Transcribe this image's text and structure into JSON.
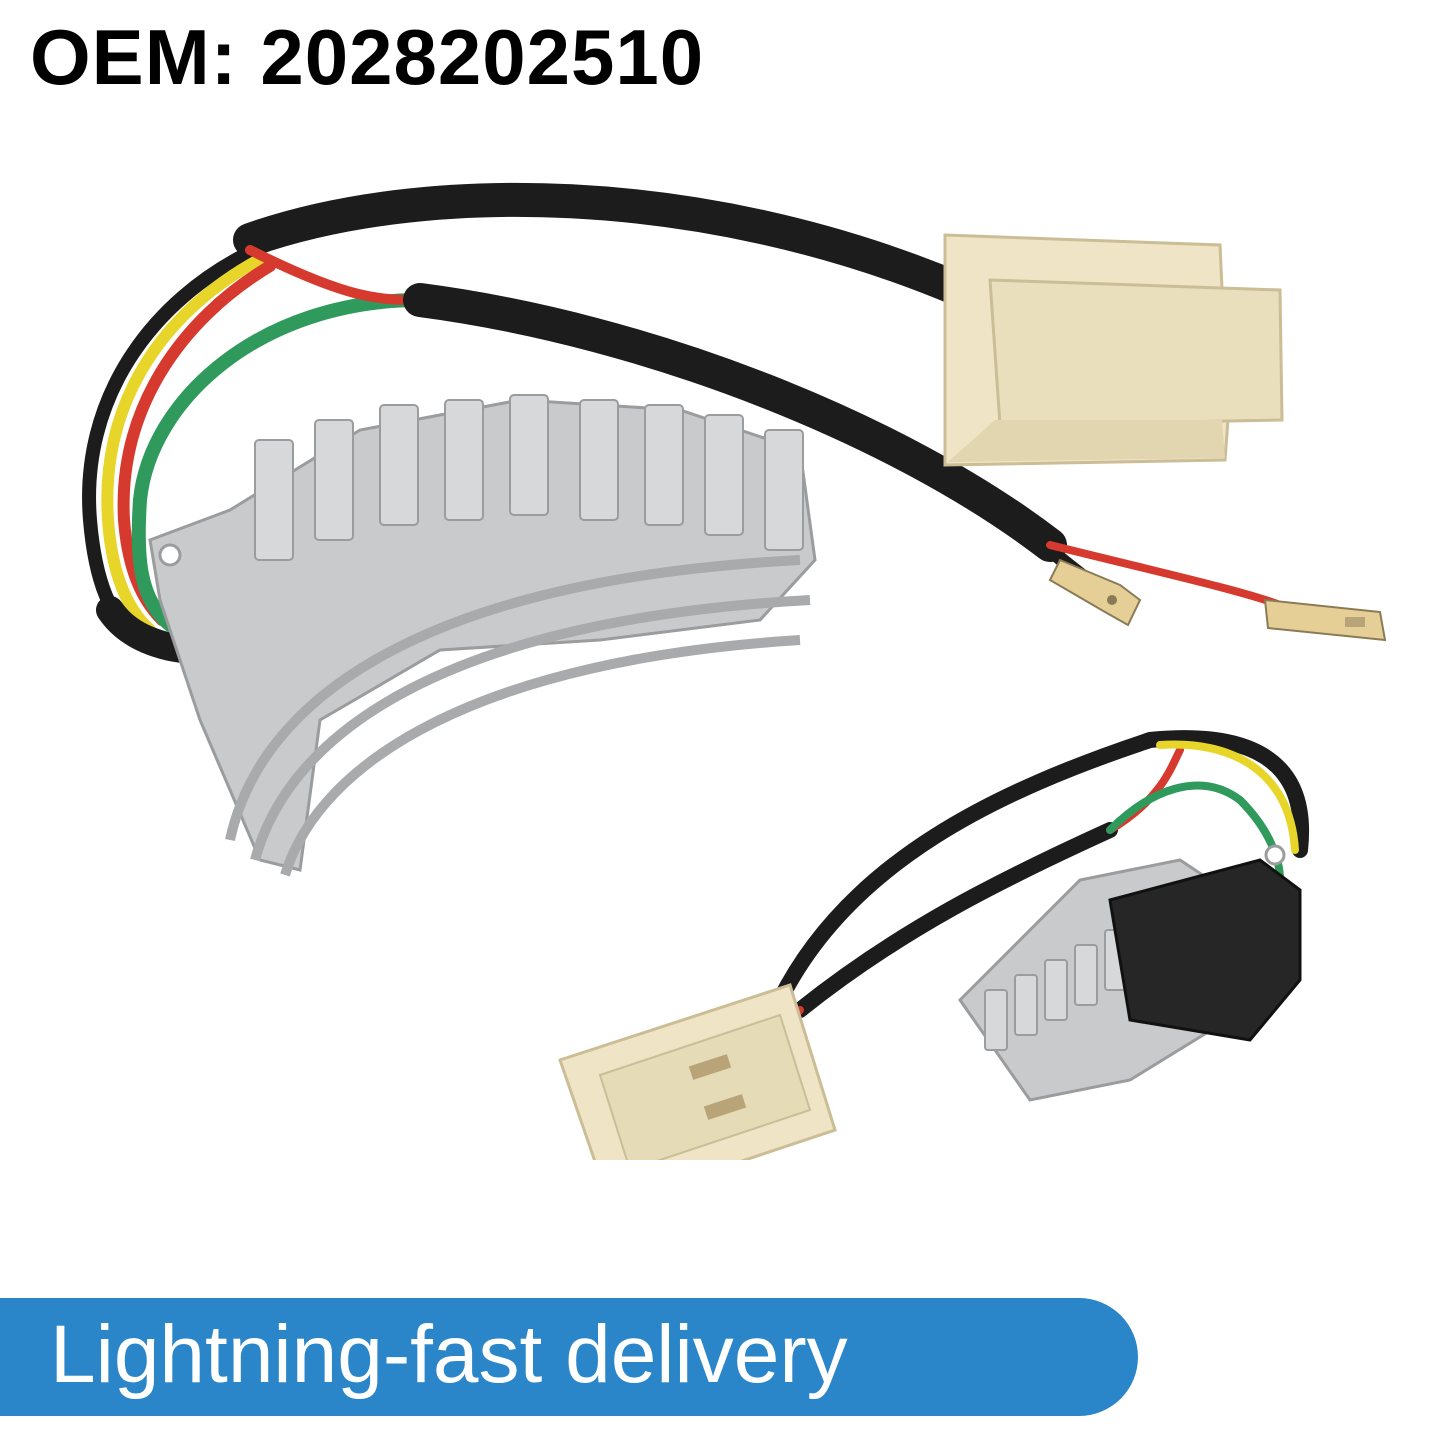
{
  "header": {
    "oem_text": "OEM: 2028202510"
  },
  "banner": {
    "text": "Lightning-fast delivery"
  },
  "colors": {
    "banner_blue": "#2a86c9",
    "wire_black": "#1c1c1c",
    "wire_yellow": "#e8d52a",
    "wire_red": "#d63a2e",
    "wire_green": "#2f9a5c",
    "heatsink_silver": "#c9cacb",
    "connector_beige": "#efe5c6",
    "module_black": "#262626"
  },
  "icons": [
    "blower-resistor-image",
    "harness-connector-image"
  ]
}
